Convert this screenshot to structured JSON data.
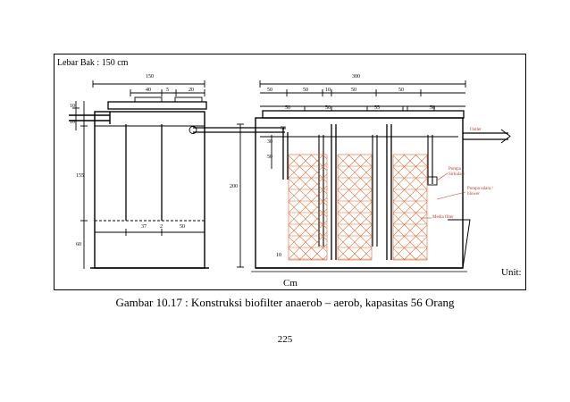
{
  "figure": {
    "width_label": "Lebar Bak : 150 cm",
    "unit_label": "Unit:",
    "unit_value": "Cm",
    "left_dims": {
      "top_total": "150",
      "top_parts": [
        "40",
        "5",
        "20"
      ],
      "bottom_left": "37",
      "bottom_mid": "2",
      "bottom_right": "50",
      "side_a": "155",
      "side_b": "60",
      "side_c": "10",
      "side_d": "10"
    },
    "right_dims": {
      "top_total": "300",
      "top_parts": [
        "50",
        "50",
        "10",
        "50",
        "50"
      ],
      "inner_parts": [
        "50",
        "50",
        "55",
        "50"
      ],
      "height": "200",
      "small_1": "30",
      "small_2": "50",
      "small_3": "50",
      "small_4": "10"
    },
    "annotations": {
      "outlet_label": "Outlet",
      "pump_label": "Pompa Sirkulasi",
      "blower_label": "Pompa udara / blower",
      "media_label": "Media filter"
    }
  },
  "caption": "Gambar 10.17 : Konstruksi biofilter anaerob – aerob, kapasitas 56 Orang",
  "page_number": "225"
}
